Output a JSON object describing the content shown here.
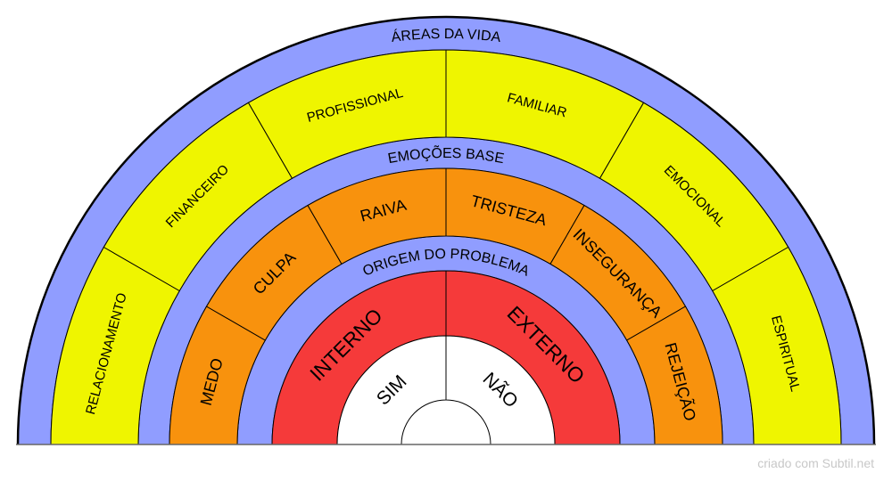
{
  "colors": {
    "band": "#909dff",
    "outer": "#eff500",
    "middle": "#f8920d",
    "inner": "#f53a3a",
    "center": "#ffffff"
  },
  "bands": [
    {
      "label": "ÁREAS DA VIDA"
    },
    {
      "label": "EMOÇÕES BASE"
    },
    {
      "label": "ORIGEM DO PROBLEMA"
    }
  ],
  "areas": [
    "RELACIONAMENTO",
    "FINANCEIRO",
    "PROFISSIONAL",
    "FAMILIAR",
    "EMOCIONAL",
    "ESPIRITUAL"
  ],
  "emotions": [
    "MEDO",
    "CULPA",
    "RAIVA",
    "TRISTEZA",
    "INSEGURANÇA",
    "REJEIÇÃO"
  ],
  "origins": [
    "INTERNO",
    "EXTERNO"
  ],
  "answers": [
    "SIM",
    "NÃO"
  ],
  "footer": "criado com Subtil.net"
}
